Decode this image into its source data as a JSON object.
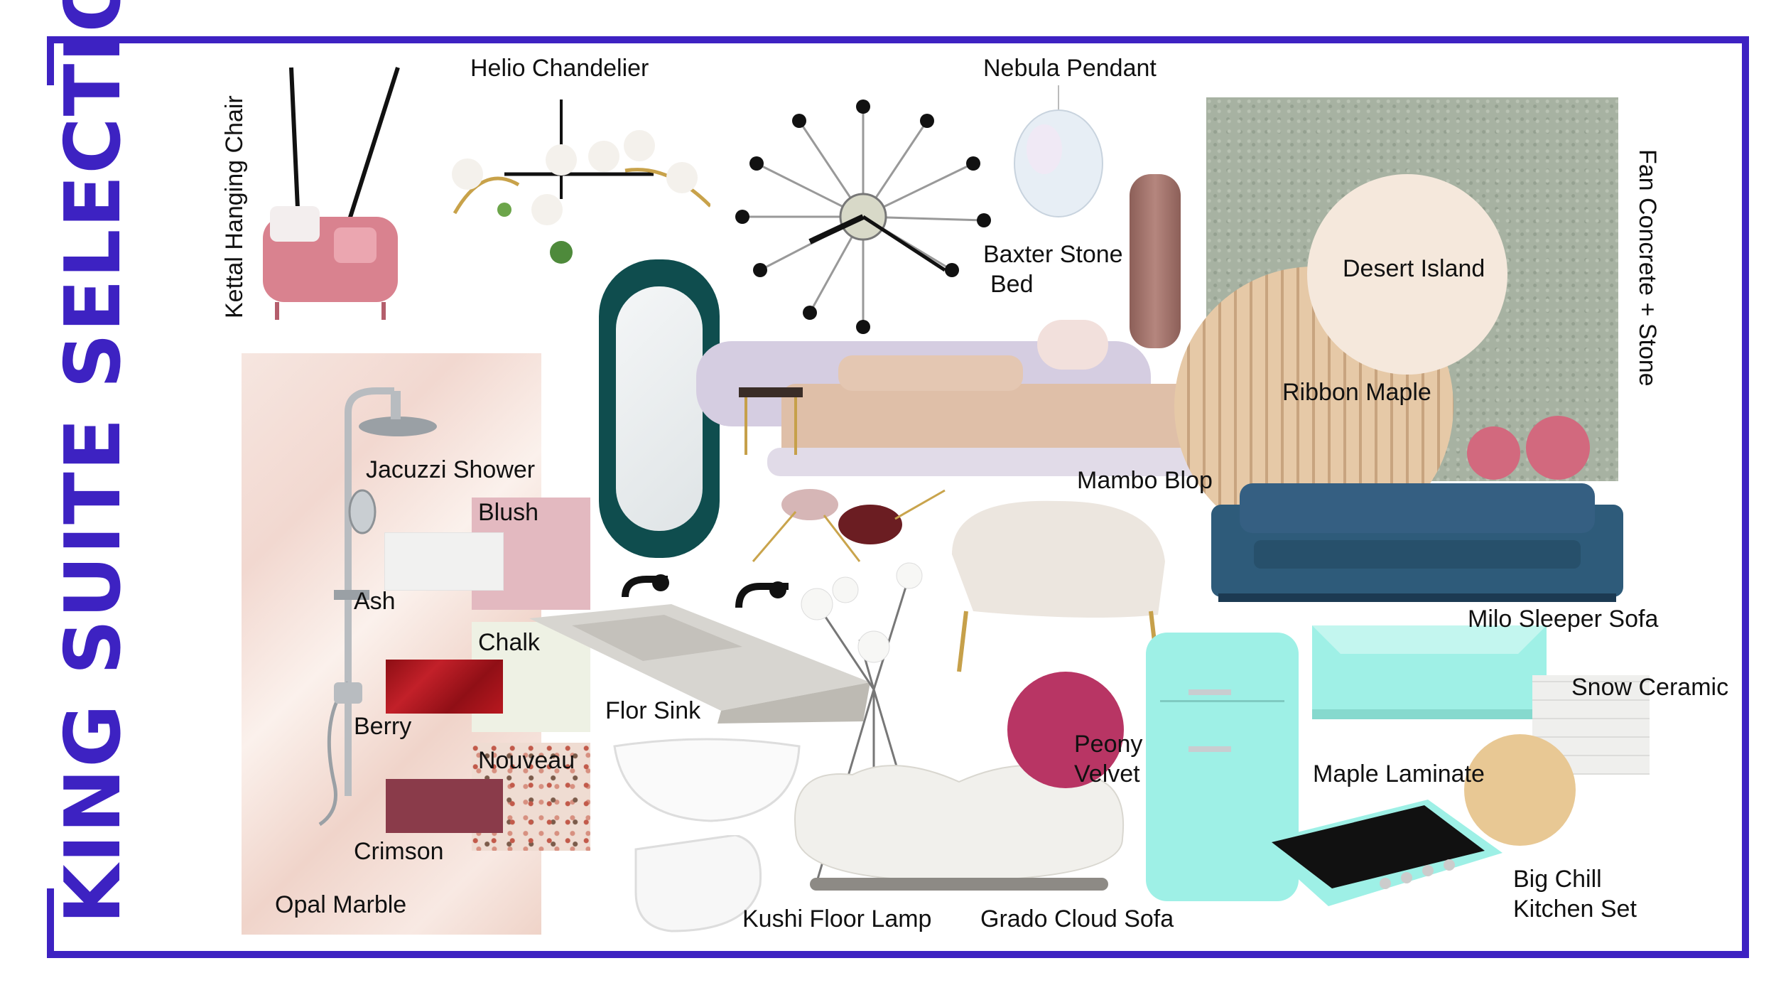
{
  "title": "KING SUITE SELECTIONS",
  "labels": {
    "kettal_hanging_chair": "Kettal Hanging Chair",
    "helio_chandelier": "Helio Chandelier",
    "nebula_pendant": "Nebula Pendant",
    "baxter_stone_bed_1": "Baxter Stone",
    "baxter_stone_bed_2": "Bed",
    "fan_concrete_stone": "Fan Concrete + Stone",
    "desert_island": "Desert Island",
    "ribbon_maple": "Ribbon Maple",
    "jacuzzi_shower": "Jacuzzi Shower",
    "blush": "Blush",
    "ash": "Ash",
    "chalk": "Chalk",
    "berry": "Berry",
    "nouveau": "Nouveau",
    "crimson": "Crimson",
    "opal_marble": "Opal Marble",
    "mambo_blop": "Mambo Blop",
    "milo_sleeper_sofa": "Milo Sleeper Sofa",
    "flor_sink": "Flor Sink",
    "snow_ceramic": "Snow Ceramic",
    "peony_velvet_1": "Peony",
    "peony_velvet_2": "Velvet",
    "maple_laminate": "Maple Laminate",
    "kushi_floor_lamp": "Kushi Floor Lamp",
    "grado_cloud_sofa": "Grado Cloud Sofa",
    "big_chill_1": "Big Chill",
    "big_chill_2": "Kitchen Set"
  },
  "colors": {
    "frame": "#3d22c2",
    "blush": "#e3b9c0",
    "ash": "#f1f1f0",
    "chalk": "#eef1e4",
    "berry": "#a3141b",
    "crimson": "#8a3b4a",
    "desert_island": "#f5e8dc",
    "peony_velvet": "#b83564",
    "mint": "#9ef0e6",
    "sofa_blue": "#2e5b7a",
    "concrete": "#a7b2a2"
  }
}
